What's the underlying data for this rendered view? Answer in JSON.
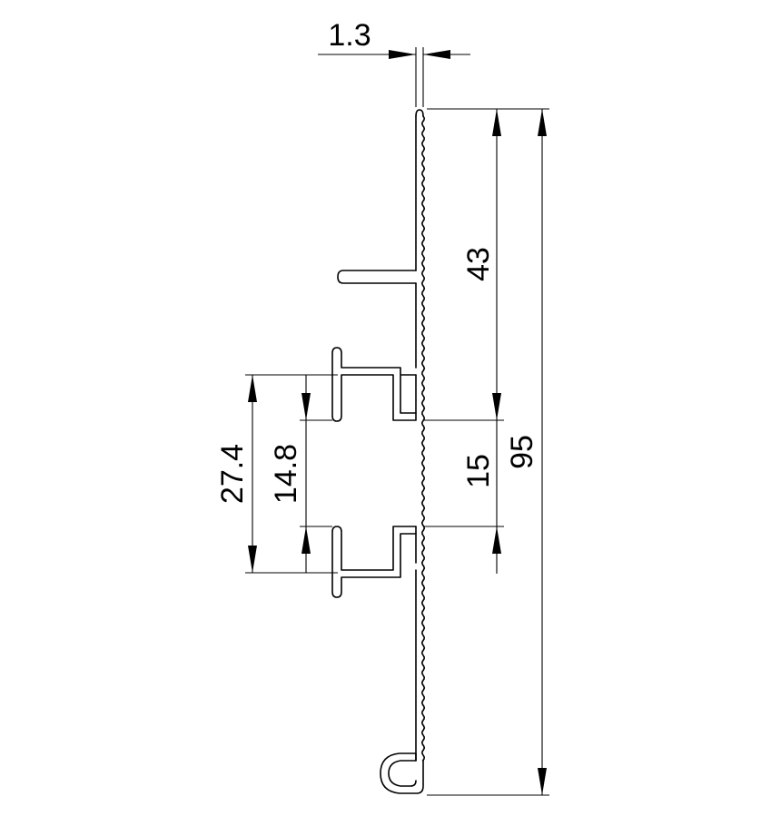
{
  "dimensions": {
    "thickness": "1.3",
    "fin_offset": "43",
    "slot_gap": "15",
    "overall_height": "95",
    "outer_slot_width": "27.4",
    "inner_slot_width": "14.8"
  }
}
